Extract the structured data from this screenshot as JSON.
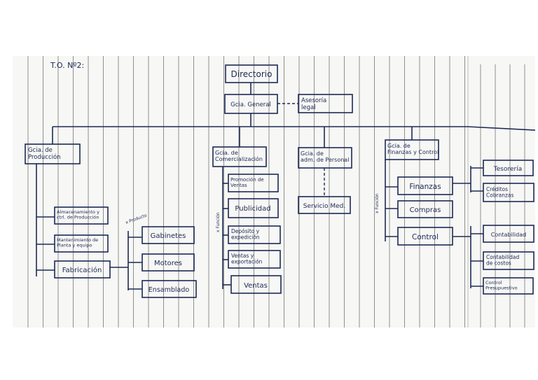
{
  "header": {
    "title": "T.O. Nº2:"
  },
  "colors": {
    "ink": "#1d2a55",
    "rule": "#8f8f8f",
    "paper": "#f7f7f5"
  },
  "nodes": {
    "directorio": [
      "Directorio"
    ],
    "gerencia_general": [
      "Gcia. General"
    ],
    "asesoria_legal": [
      "Asesoría",
      "legal"
    ],
    "produccion": [
      "Gcia. de",
      "Producción"
    ],
    "comercializacion": [
      "Gcia. de",
      "Comercialización"
    ],
    "personal": [
      "Gcia. de",
      "adm. de Personal"
    ],
    "finanzas_gcia": [
      "Gcia. de",
      "Finanzas y Control"
    ],
    "almacenamiento": [
      "Almacenamiento y",
      "ctrl. de Producción"
    ],
    "mantenimiento": [
      "Mantenimiento de",
      "Planta y equipo"
    ],
    "fabricacion": [
      "Fabricación"
    ],
    "gabinetes": [
      "Gabinetes"
    ],
    "motores": [
      "Motores"
    ],
    "ensamblado": [
      "Ensamblado"
    ],
    "promocion": [
      "Promoción de",
      "Ventas"
    ],
    "publicidad": [
      "Publicidad"
    ],
    "deposito": [
      "Depósito y",
      "expedición"
    ],
    "ventas_exportacion": [
      "Ventas y",
      "exportación"
    ],
    "ventas": [
      "Ventas"
    ],
    "servicio_medico": [
      "Servicio Med."
    ],
    "finanzas": [
      "Finanzas"
    ],
    "compras": [
      "Compras"
    ],
    "control": [
      "Control"
    ],
    "tesoreria": [
      "Tesorería"
    ],
    "creditos": [
      "Créditos",
      "Cobranzas"
    ],
    "contabilidad": [
      "Contabilidad"
    ],
    "contabilidad_costos": [
      "Contabilidad",
      "de costos"
    ],
    "control_presupuestivo": [
      "Control",
      "Presupuestivo"
    ]
  },
  "notes": {
    "producto": "x Producto",
    "funcion_com": "x Función",
    "funcion_fin": "x Función"
  }
}
